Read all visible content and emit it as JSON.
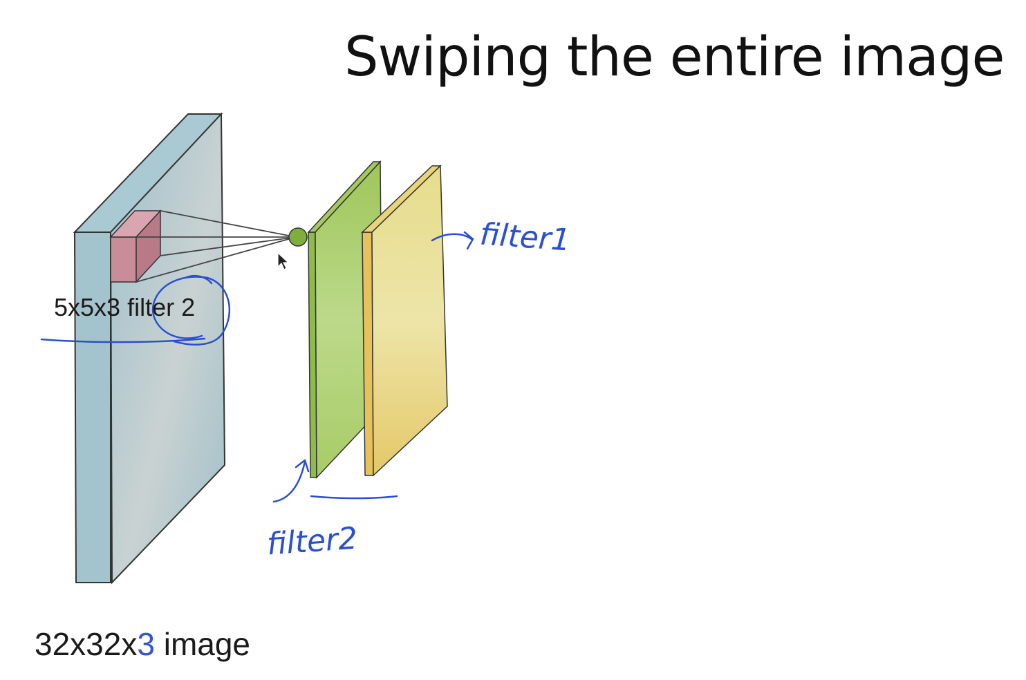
{
  "slide": {
    "title": "Swiping the entire image",
    "filter_label": "5x5x3 filter 2",
    "caption_prefix": "32x32x",
    "caption_accent": "3",
    "caption_suffix": " image",
    "annotation_filter1": "filter1",
    "annotation_filter2": "filter2"
  },
  "colors": {
    "input_volume": "#a9c6cf",
    "receptive_field": "#c98d9a",
    "feature_map_1": "#a8cc66",
    "feature_map_2": "#e8d27a",
    "annotation_ink": "#2a4fd0",
    "caption_accent": "#2f54d4"
  }
}
